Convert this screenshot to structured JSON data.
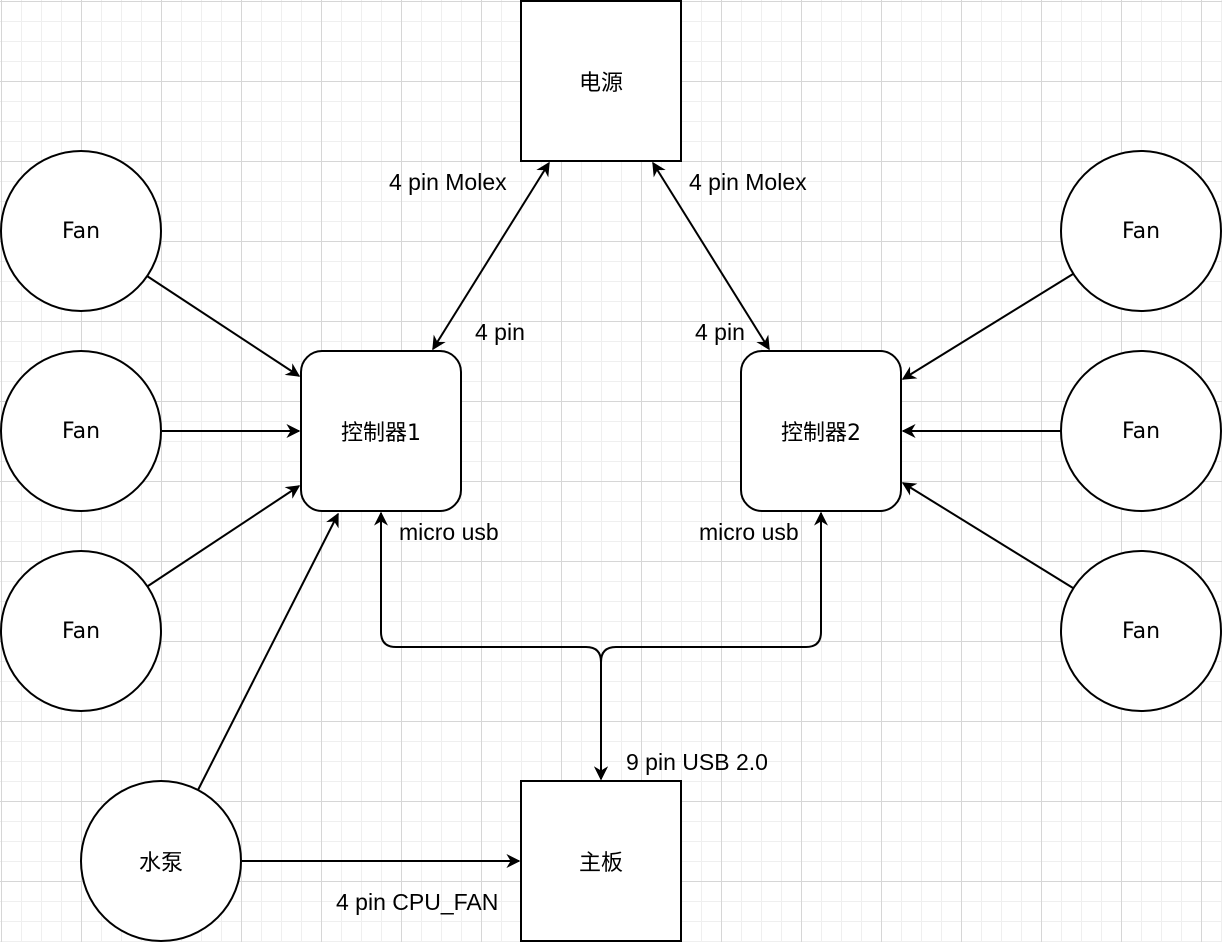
{
  "nodes": {
    "power": "电源",
    "motherboard": "主板",
    "controller1": "控制器1",
    "controller2": "控制器2",
    "pump": "水泵",
    "fan_left_1": "Fan",
    "fan_left_2": "Fan",
    "fan_left_3": "Fan",
    "fan_right_1": "Fan",
    "fan_right_2": "Fan",
    "fan_right_3": "Fan"
  },
  "edge_labels": {
    "molex_left": "4 pin Molex",
    "molex_right": "4 pin Molex",
    "pin_left": "4 pin",
    "pin_right": "4 pin",
    "usb_left": "micro usb",
    "usb_right": "micro usb",
    "usb_header": "9 pin USB 2.0",
    "cpu_fan": "4 pin CPU_FAN"
  },
  "colors": {
    "line": "#000000",
    "node_fill": "#ffffff",
    "grid_major": "#d6d6d6",
    "grid_minor": "#efefef"
  }
}
